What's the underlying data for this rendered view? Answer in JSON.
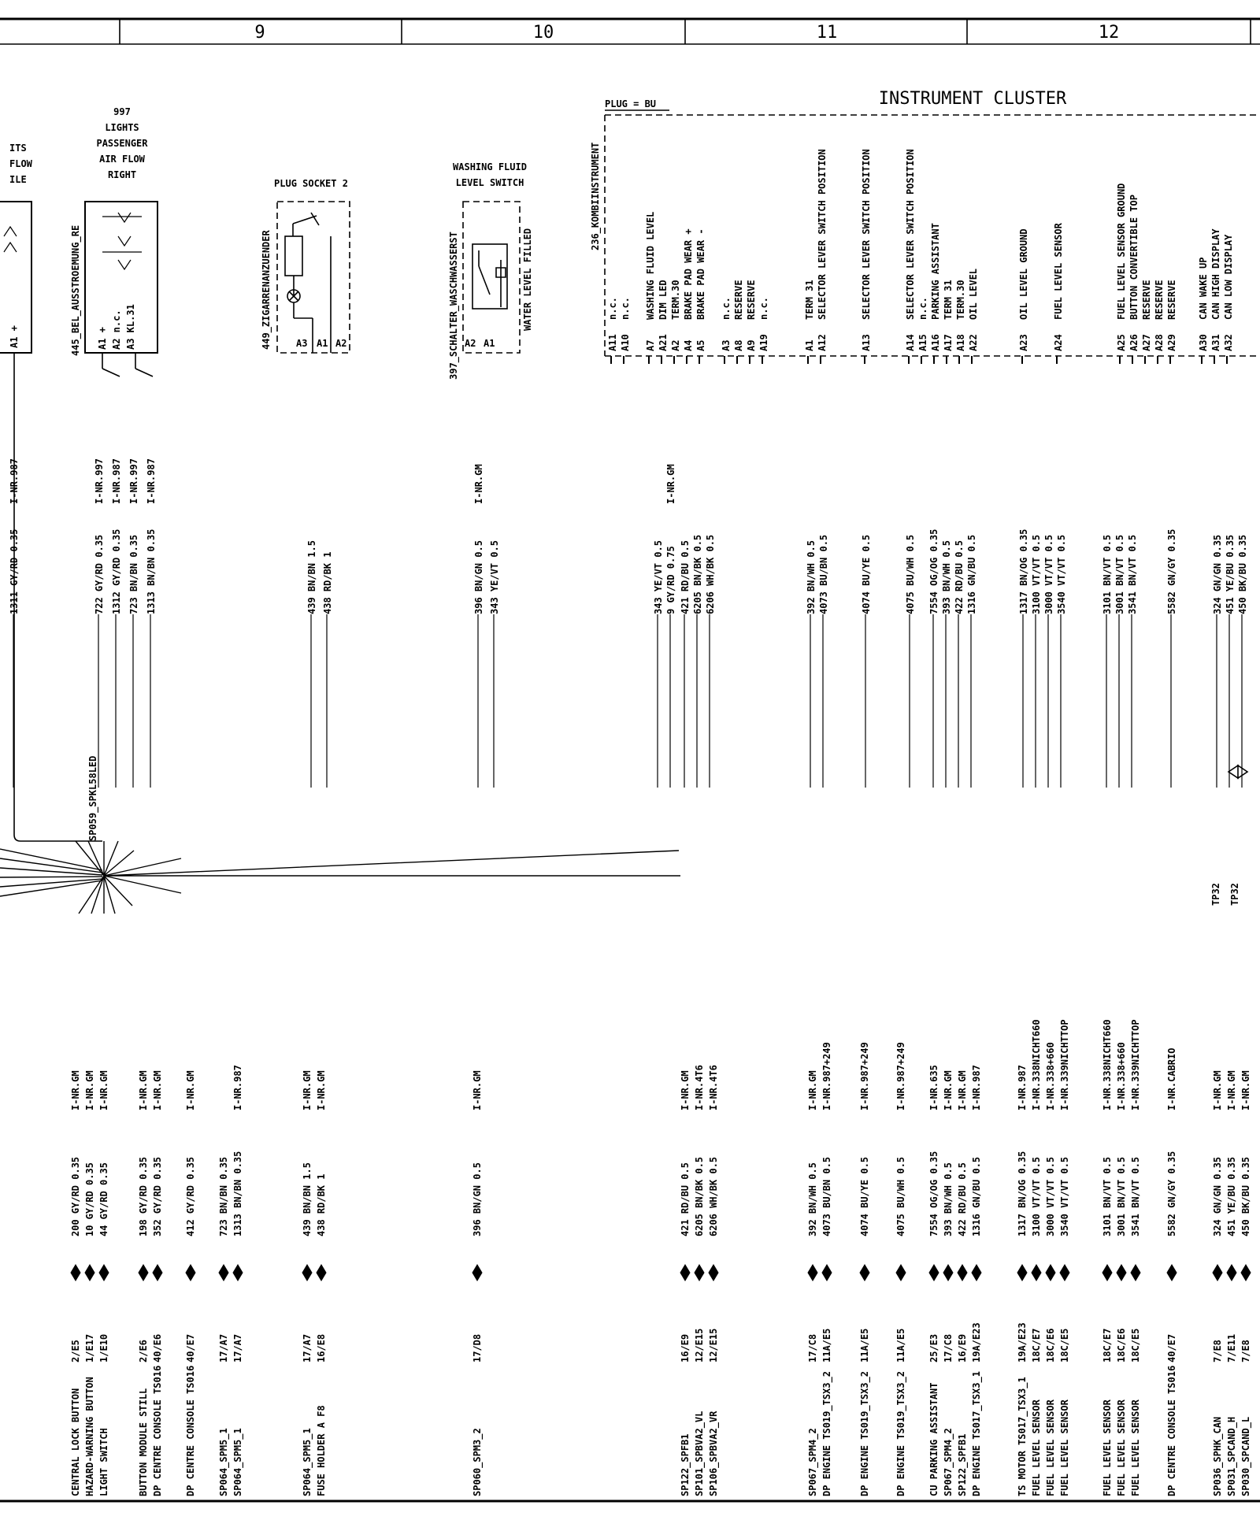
{
  "header": {
    "columns": [
      "9",
      "10",
      "11",
      "12"
    ]
  },
  "plug_label": "PLUG = BU",
  "instrument_cluster": {
    "title": "INSTRUMENT CLUSTER",
    "ref": "236_KOMBIINSTRUMENT",
    "pins": [
      {
        "pin": "A11",
        "name": "n.c."
      },
      {
        "pin": "A10",
        "name": "n.c."
      },
      {
        "pin": "A7",
        "name": "WASHING FLUID LEVEL"
      },
      {
        "pin": "A21",
        "name": "DIM LED"
      },
      {
        "pin": "A2",
        "name": "TERM.30"
      },
      {
        "pin": "A4",
        "name": "BRAKE PAD WEAR +"
      },
      {
        "pin": "A5",
        "name": "BRAKE PAD WEAR -"
      },
      {
        "pin": "A3",
        "name": "n.c."
      },
      {
        "pin": "A8",
        "name": "RESERVE"
      },
      {
        "pin": "A9",
        "name": "RESERVE"
      },
      {
        "pin": "A19",
        "name": "n.c."
      },
      {
        "pin": "A1",
        "name": "TERM 31"
      },
      {
        "pin": "A12",
        "name": "SELECTOR LEVER SWITCH POSITION"
      },
      {
        "pin": "A13",
        "name": "SELECTOR LEVER SWITCH POSITION"
      },
      {
        "pin": "A14",
        "name": "SELECTOR LEVER SWITCH POSITION"
      },
      {
        "pin": "A15",
        "name": "n.c."
      },
      {
        "pin": "A16",
        "name": "PARKING ASSISTANT"
      },
      {
        "pin": "A17",
        "name": "TERM 31"
      },
      {
        "pin": "A18",
        "name": "TERM.30"
      },
      {
        "pin": "A22",
        "name": "OIL LEVEL"
      },
      {
        "pin": "A23",
        "name": "OIL LEVEL GROUND"
      },
      {
        "pin": "A24",
        "name": "FUEL LEVEL SENSOR"
      },
      {
        "pin": "A25",
        "name": "FUEL LEVEL SENSOR GROUND"
      },
      {
        "pin": "A26",
        "name": "BUTTON CONVERTIBLE TOP"
      },
      {
        "pin": "A27",
        "name": "RESERVE"
      },
      {
        "pin": "A28",
        "name": "RESERVE"
      },
      {
        "pin": "A29",
        "name": "RESERVE"
      },
      {
        "pin": "A30",
        "name": "CAN WAKE UP"
      },
      {
        "pin": "A31",
        "name": "CAN HIGH DISPLAY"
      },
      {
        "pin": "A32",
        "name": "CAN LOW DISPLAY"
      }
    ]
  },
  "lights_left": {
    "title_lines": [
      "ITS",
      "FLOW",
      "ILE"
    ],
    "pins": [
      "A1 +"
    ]
  },
  "lights_right": {
    "title_lines": [
      "997",
      "LIGHTS",
      "PASSENGER",
      "AIR FLOW",
      "RIGHT"
    ],
    "ref": "445_BEL_AUSSTROEMUNG_RE",
    "pins": [
      "A1 +",
      "A2 n.c.",
      "A3 KL.31"
    ]
  },
  "plug_socket": {
    "title": "PLUG SOCKET 2",
    "ref": "449_ZIGARRENANZUENDER",
    "pins": [
      "A3",
      "A1",
      "A2"
    ]
  },
  "washing_switch": {
    "title_lines": [
      "WASHING FLUID",
      "LEVEL SWITCH"
    ],
    "ref": "397_SCHALTER_WASCHWASSERST",
    "pins": [
      "A2",
      "A1"
    ],
    "inner_label": "WATER LEVEL FILLED"
  },
  "splice_label": "SP059_SPKL58LED",
  "tp_labels": [
    "TP32",
    "TP32"
  ],
  "upper_wires": [
    {
      "text": "1311 GY/RD 0.35",
      "itag": "I-NR.987"
    },
    {
      "text": "722 GY/RD 0.35",
      "itag": "I-NR.997"
    },
    {
      "text": "1312 GY/RD 0.35",
      "itag": "I-NR.987"
    },
    {
      "text": "723 BN/BN 0.35",
      "itag": "I-NR.997"
    },
    {
      "text": "1313 BN/BN 0.35",
      "itag": "I-NR.987"
    },
    {
      "text": "439 BN/BN 1.5",
      "itag": ""
    },
    {
      "text": "438 RD/BK 1",
      "itag": ""
    },
    {
      "text": "396 BN/GN 0.5",
      "itag": "I-NR.GM"
    },
    {
      "text": "343 YE/VT 0.5",
      "itag": ""
    },
    {
      "text": "343 YE/VT 0.5",
      "itag": ""
    },
    {
      "text": "9 GY/RD 0.75",
      "itag": "I-NR.GM"
    },
    {
      "text": "421 RD/BU 0.5",
      "itag": ""
    },
    {
      "text": "6205 BN/BK 0.5",
      "itag": ""
    },
    {
      "text": "6206 WH/BK 0.5",
      "itag": ""
    },
    {
      "text": "392 BN/WH 0.5",
      "itag": ""
    },
    {
      "text": "4073 BU/BN 0.5",
      "itag": ""
    },
    {
      "text": "4074 BU/YE 0.5",
      "itag": ""
    },
    {
      "text": "4075 BU/WH 0.5",
      "itag": ""
    },
    {
      "text": "7554 OG/OG 0.35",
      "itag": ""
    },
    {
      "text": "393 BN/WH 0.5",
      "itag": ""
    },
    {
      "text": "422 RD/BU 0.5",
      "itag": ""
    },
    {
      "text": "1316 GN/BU 0.5",
      "itag": ""
    },
    {
      "text": "1317 BN/OG 0.35",
      "itag": ""
    },
    {
      "text": "3100 VT/VT 0.5",
      "itag": ""
    },
    {
      "text": "3000 VT/VT 0.5",
      "itag": ""
    },
    {
      "text": "3540 VT/VT 0.5",
      "itag": ""
    },
    {
      "text": "3101 BN/VT 0.5",
      "itag": ""
    },
    {
      "text": "3001 BN/VT 0.5",
      "itag": ""
    },
    {
      "text": "3541 BN/VT 0.5",
      "itag": ""
    },
    {
      "text": "5582 GN/GY 0.35",
      "itag": ""
    },
    {
      "text": "324 GN/GN 0.35",
      "itag": ""
    },
    {
      "text": "451 YE/BU 0.35",
      "itag": ""
    },
    {
      "text": "450 BK/BU 0.35",
      "itag": ""
    }
  ],
  "lower_wires": [
    {
      "text": "200 GY/RD 0.35",
      "itag": "I-NR.GM",
      "dest": "CENTRAL LOCK BUTTON",
      "ref": "2/E5"
    },
    {
      "text": "10 GY/RD 0.35",
      "itag": "I-NR.GM",
      "dest": "HAZARD-WARNING BUTTON",
      "ref": "1/E17"
    },
    {
      "text": "44 GY/RD 0.35",
      "itag": "I-NR.GM",
      "dest": "LIGHT SWITCH",
      "ref": "1/E10"
    },
    {
      "text": "198 GY/RD 0.35",
      "itag": "I-NR.GM",
      "dest": "BUTTON MODULE STILL",
      "ref": "2/E6"
    },
    {
      "text": "352 GY/RD 0.35",
      "itag": "I-NR.GM",
      "dest": "DP CENTRE CONSOLE TS016",
      "ref": "40/E6"
    },
    {
      "text": "412 GY/RD 0.35",
      "itag": "I-NR.GM",
      "dest": "DP CENTRE CONSOLE TS016",
      "ref": "40/E7"
    },
    {
      "text": "723 BN/BN 0.35",
      "itag": "",
      "dest": "SP064_SPM5_1",
      "ref": "17/A7"
    },
    {
      "text": "1313 BN/BN 0.35",
      "itag": "I-NR.987",
      "dest": "SP064_SPM5_1",
      "ref": "17/A7"
    },
    {
      "text": "439 BN/BN 1.5",
      "itag": "I-NR.GM",
      "dest": "SP064_SPM5_1",
      "ref": "17/A7"
    },
    {
      "text": "438 RD/BK 1",
      "itag": "I-NR.GM",
      "dest": "FUSE HOLDER A F8",
      "ref": "16/E8"
    },
    {
      "text": "396 BN/GN 0.5",
      "itag": "I-NR.GM",
      "dest": "SP060_SPM3_2",
      "ref": "17/D8"
    },
    {
      "text": "421 RD/BU 0.5",
      "itag": "I-NR.GM",
      "dest": "SP122_SPFB1",
      "ref": "16/E9"
    },
    {
      "text": "6205 BN/BK 0.5",
      "itag": "I-NR.4T6",
      "dest": "SP101_SPBVA2_VL",
      "ref": "12/E15"
    },
    {
      "text": "6206 WH/BK 0.5",
      "itag": "I-NR.4T6",
      "dest": "SP106_SPBVA2_VR",
      "ref": "12/E15"
    },
    {
      "text": "392 BN/WH 0.5",
      "itag": "I-NR.GM",
      "dest": "SP067_SPM4_2",
      "ref": "17/C8"
    },
    {
      "text": "4073 BU/BN 0.5",
      "itag": "I-NR.987+249",
      "dest": "DP ENGINE TS019_TSX3_2",
      "ref": "11A/E5"
    },
    {
      "text": "4074 BU/YE 0.5",
      "itag": "I-NR.987+249",
      "dest": "DP ENGINE TS019_TSX3_2",
      "ref": "11A/E5"
    },
    {
      "text": "4075 BU/WH 0.5",
      "itag": "I-NR.987+249",
      "dest": "DP ENGINE TS019_TSX3_2",
      "ref": "11A/E5"
    },
    {
      "text": "7554 OG/OG 0.35",
      "itag": "I-NR.635",
      "dest": "CU PARKING ASSISTANT",
      "ref": "25/E3"
    },
    {
      "text": "393 BN/WH 0.5",
      "itag": "I-NR.GM",
      "dest": "SP067_SPM4_2",
      "ref": "17/C8"
    },
    {
      "text": "422 RD/BU 0.5",
      "itag": "I-NR.GM",
      "dest": "SP122_SPFB1",
      "ref": "16/E9"
    },
    {
      "text": "1316 GN/BU 0.5",
      "itag": "I-NR.987",
      "dest": "DP ENGINE TS017_TSX3_1",
      "ref": "19A/E23"
    },
    {
      "text": "1317 BN/OG 0.35",
      "itag": "I-NR.987",
      "dest": "TS MOTOR TS017_TSX3_1",
      "ref": "19A/E23"
    },
    {
      "text": "3100 VT/VT 0.5",
      "itag": "I-NR.338NICHT660",
      "dest": "FUEL LEVEL SENSOR",
      "ref": "18C/E7"
    },
    {
      "text": "3000 VT/VT 0.5",
      "itag": "I-NR.338+660",
      "dest": "FUEL LEVEL SENSOR",
      "ref": "18C/E6"
    },
    {
      "text": "3540 VT/VT 0.5",
      "itag": "I-NR.339NICHTTOP",
      "dest": "FUEL LEVEL SENSOR",
      "ref": "18C/E5"
    },
    {
      "text": "3101 BN/VT 0.5",
      "itag": "I-NR.338NICHT660",
      "dest": "FUEL LEVEL SENSOR",
      "ref": "18C/E7"
    },
    {
      "text": "3001 BN/VT 0.5",
      "itag": "I-NR.338+660",
      "dest": "FUEL LEVEL SENSOR",
      "ref": "18C/E6"
    },
    {
      "text": "3541 BN/VT 0.5",
      "itag": "I-NR.339NICHTTOP",
      "dest": "FUEL LEVEL SENSOR",
      "ref": "18C/E5"
    },
    {
      "text": "5582 GN/GY 0.35",
      "itag": "I-NR.CABRIO",
      "dest": "DP CENTRE CONSOLE TS016",
      "ref": "40/E7"
    },
    {
      "text": "324 GN/GN 0.35",
      "itag": "I-NR.GM",
      "dest": "SP036_SPHK_CAN",
      "ref": "7/E8"
    },
    {
      "text": "451 YE/BU 0.35",
      "itag": "I-NR.GM",
      "dest": "SP031_SPCAND_H",
      "ref": "7/E11"
    },
    {
      "text": "450 BK/BU 0.35",
      "itag": "I-NR.GM",
      "dest": "SP030_SPCAND_L",
      "ref": "7/E8"
    }
  ]
}
